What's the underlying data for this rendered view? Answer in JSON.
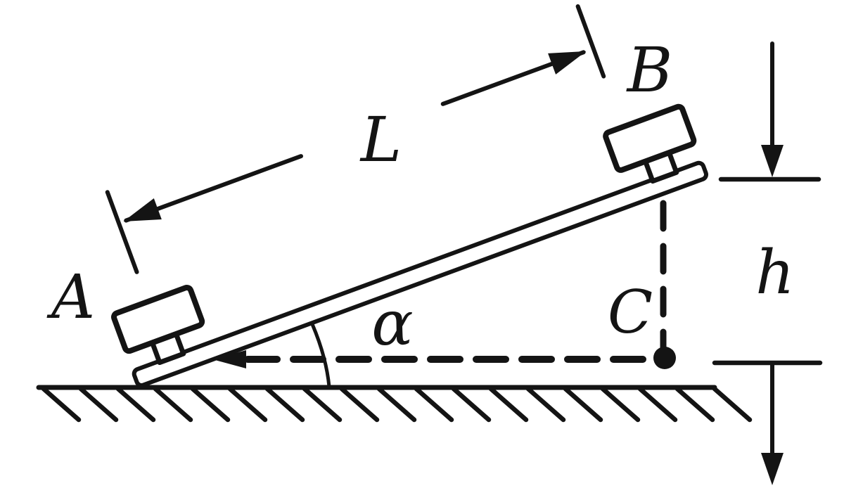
{
  "figure": {
    "type": "physics-incline-rod-diagram",
    "description": "Rod AB with end blocks resting on ground at angle alpha; length L along rod, vertical height h from B down to point C on ground level",
    "paper_color": "#ffffff",
    "ink_color": "#141414",
    "labels": {
      "point_a": "A",
      "point_b": "B",
      "point_c": "C",
      "length": "L",
      "height": "h",
      "angle": "α"
    }
  }
}
